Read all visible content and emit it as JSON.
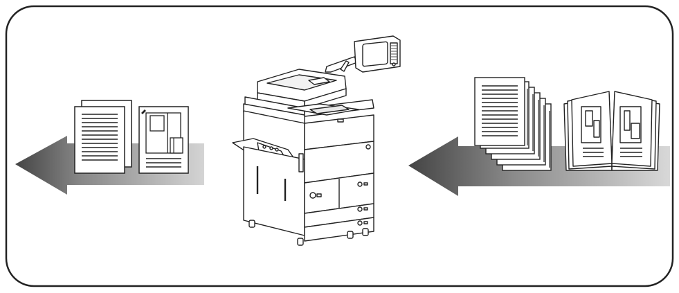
{
  "figure": {
    "frame_icon": "rounded-frame",
    "left_group": {
      "arrow_icon": "left-arrow-gradient",
      "items": [
        "text-document-icon",
        "color-photo-document-icon"
      ]
    },
    "center_device": {
      "icon": "multifunction-copier-icon",
      "parts": [
        "document-feeder-icon",
        "control-panel-icon",
        "output-tray-icon",
        "paper-drawer-icon",
        "caster-wheel-icon"
      ]
    },
    "right_group": {
      "arrow_icon": "left-arrow-gradient",
      "items": [
        "multi-page-document-stack-icon",
        "open-booklet-icon"
      ]
    },
    "colors": {
      "outline": "#222222",
      "arrow_dark": "#444444",
      "arrow_light": "#d0d0d0",
      "paper": "#ffffff",
      "page_back": "#ececec"
    }
  }
}
